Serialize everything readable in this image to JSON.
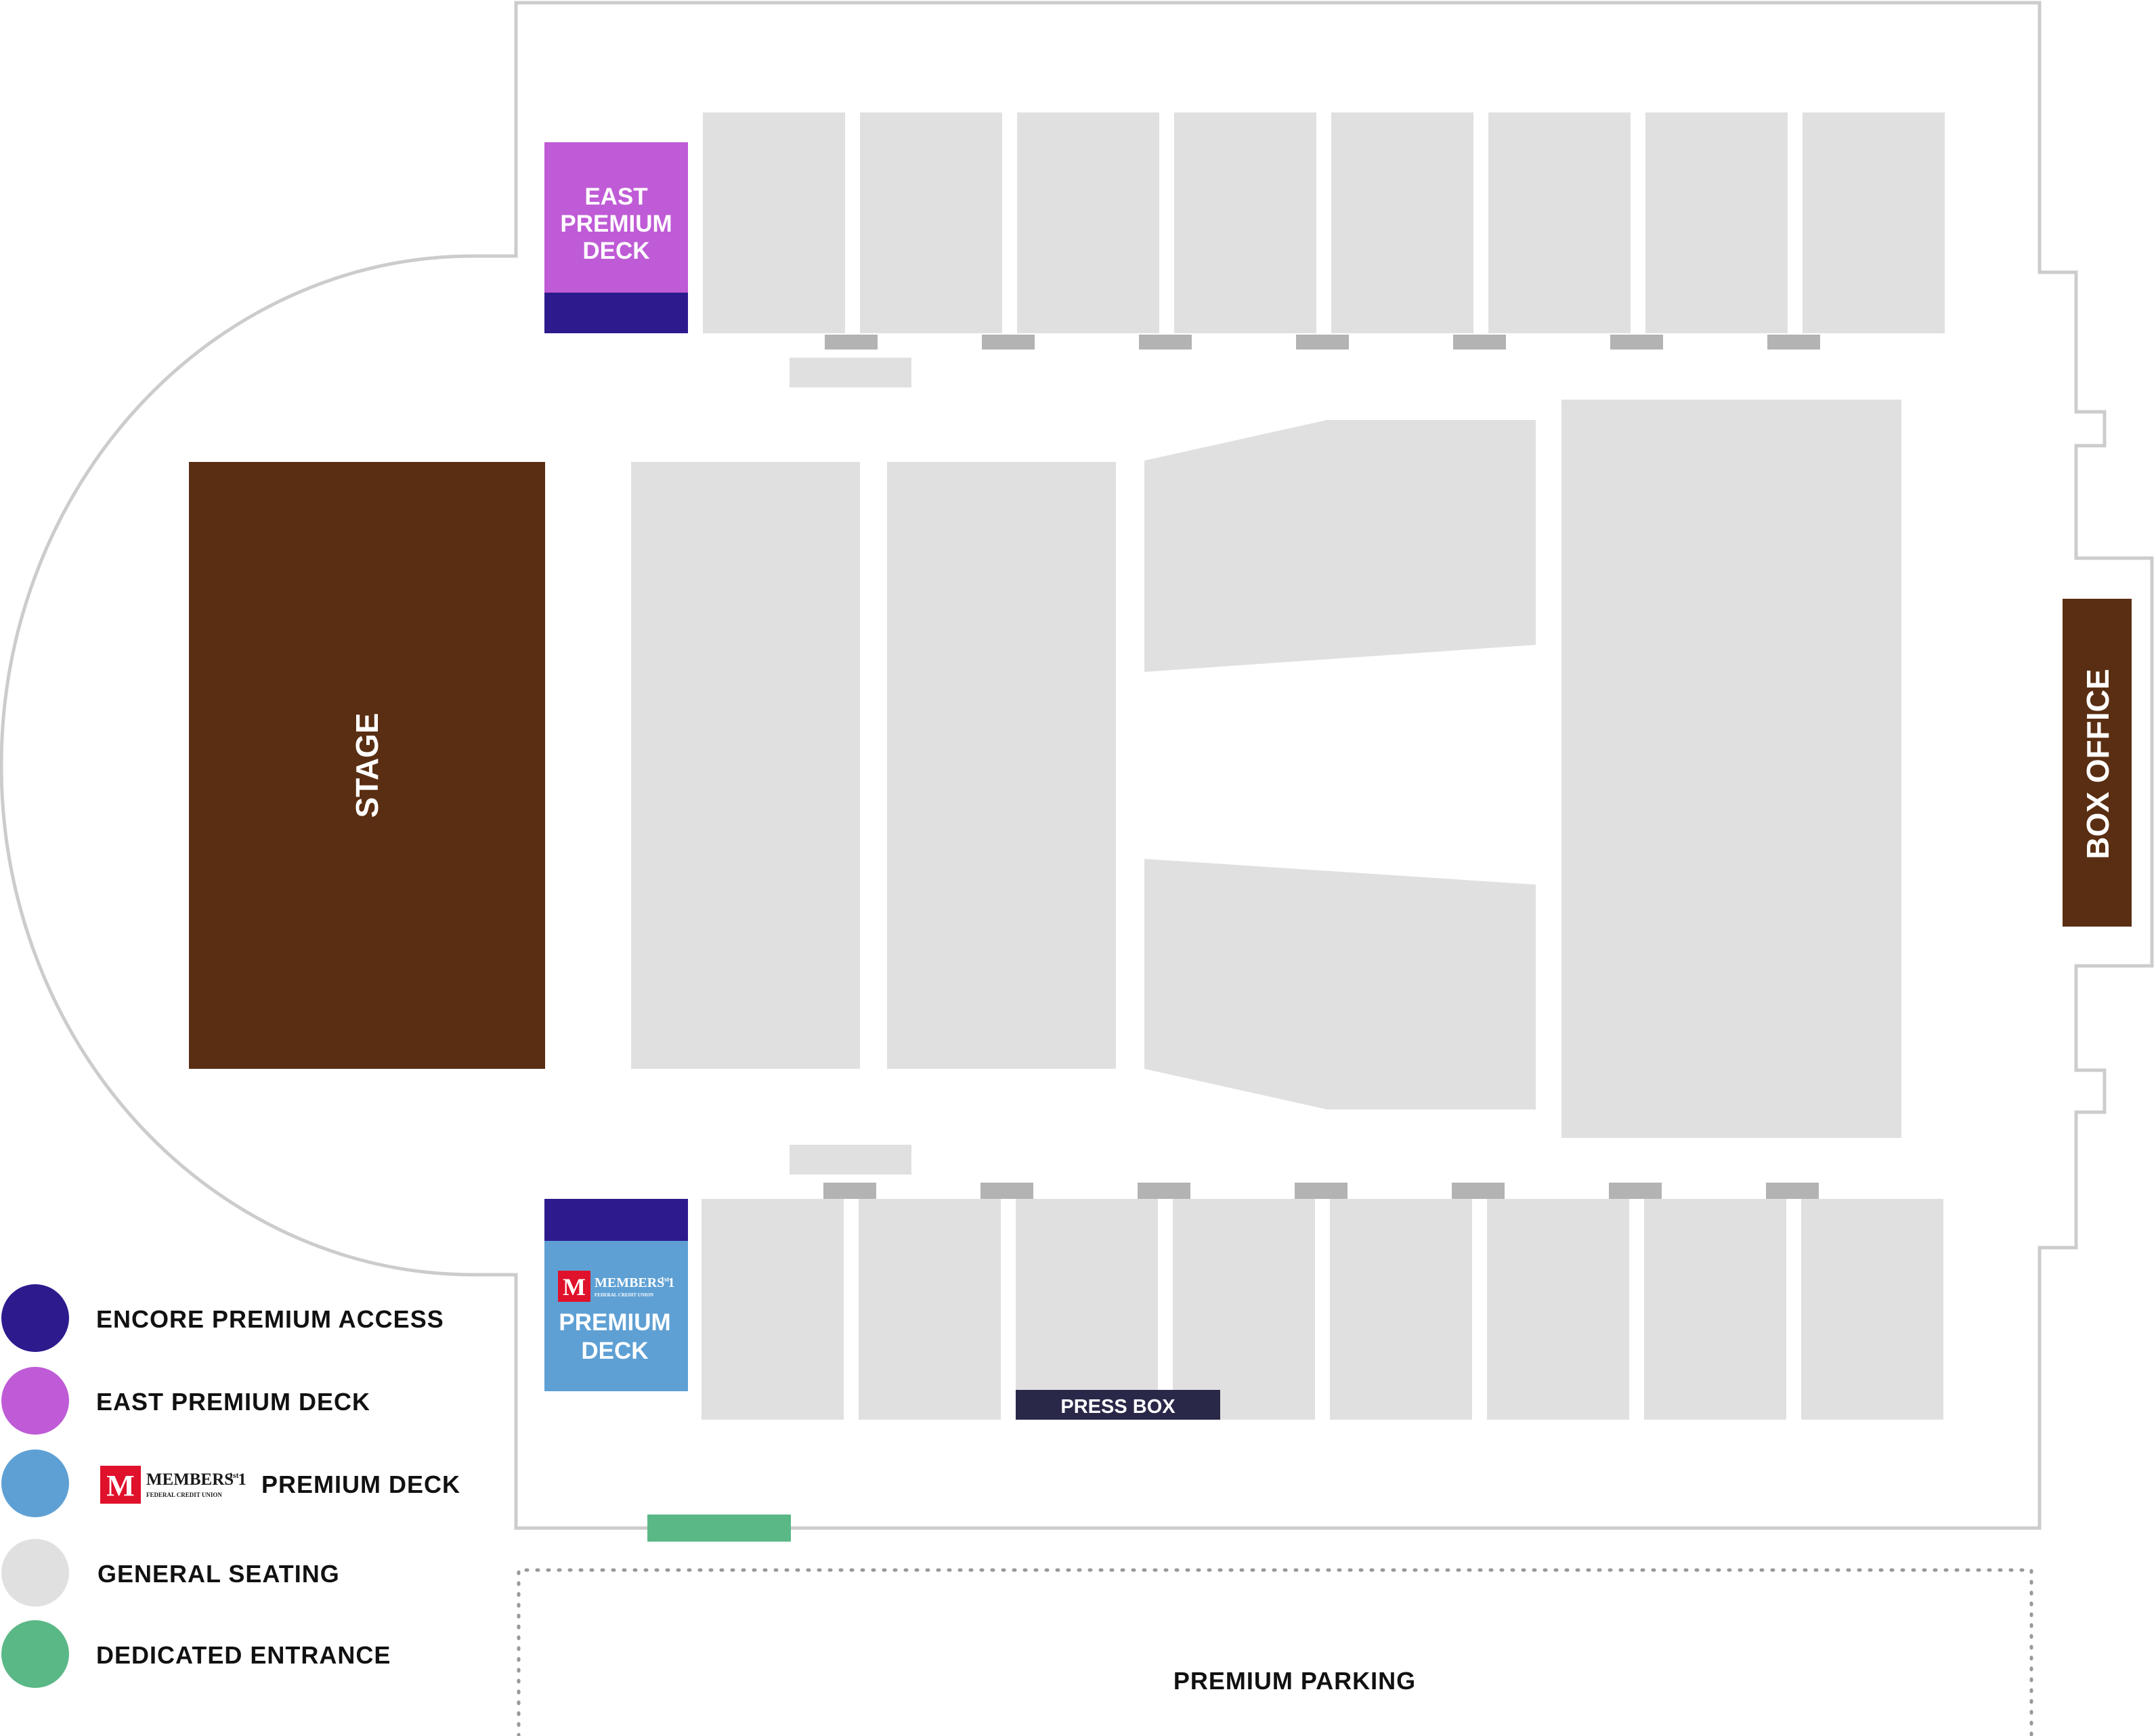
{
  "colors": {
    "encore": "#2d1b8e",
    "east_deck": "#bf5bd6",
    "members_deck": "#5ea0d4",
    "general": "#e0e0e0",
    "entrance": "#5ab886",
    "stage": "#5a2e12",
    "box_office": "#5a2e12",
    "press_box": "#2a2848",
    "outline": "#cccccc",
    "aisle": "#b3b3b3",
    "logo_red": "#e0112b"
  },
  "labels": {
    "east_deck": [
      "EAST",
      "PREMIUM",
      "DECK"
    ],
    "members_deck": [
      "PREMIUM",
      "DECK"
    ],
    "stage": "STAGE",
    "box_office": "BOX OFFICE",
    "press_box": "PRESS BOX",
    "parking": "PREMIUM PARKING"
  },
  "logo": {
    "mark": "M",
    "superscript": "1st",
    "name": "MEMBERS 1",
    "sub": "FEDERAL CREDIT UNION"
  },
  "legend": [
    {
      "key": "encore",
      "label": "ENCORE PREMIUM ACCESS",
      "icon": "circle-navy"
    },
    {
      "key": "east_deck",
      "label": "EAST PREMIUM DECK",
      "icon": "circle-violet"
    },
    {
      "key": "members_deck",
      "label": "PREMIUM DECK",
      "icon": "circle-blue",
      "with_logo": true
    },
    {
      "key": "general",
      "label": "GENERAL SEATING",
      "icon": "circle-gray"
    },
    {
      "key": "entrance",
      "label": "DEDICATED ENTRANCE",
      "icon": "circle-green"
    }
  ]
}
